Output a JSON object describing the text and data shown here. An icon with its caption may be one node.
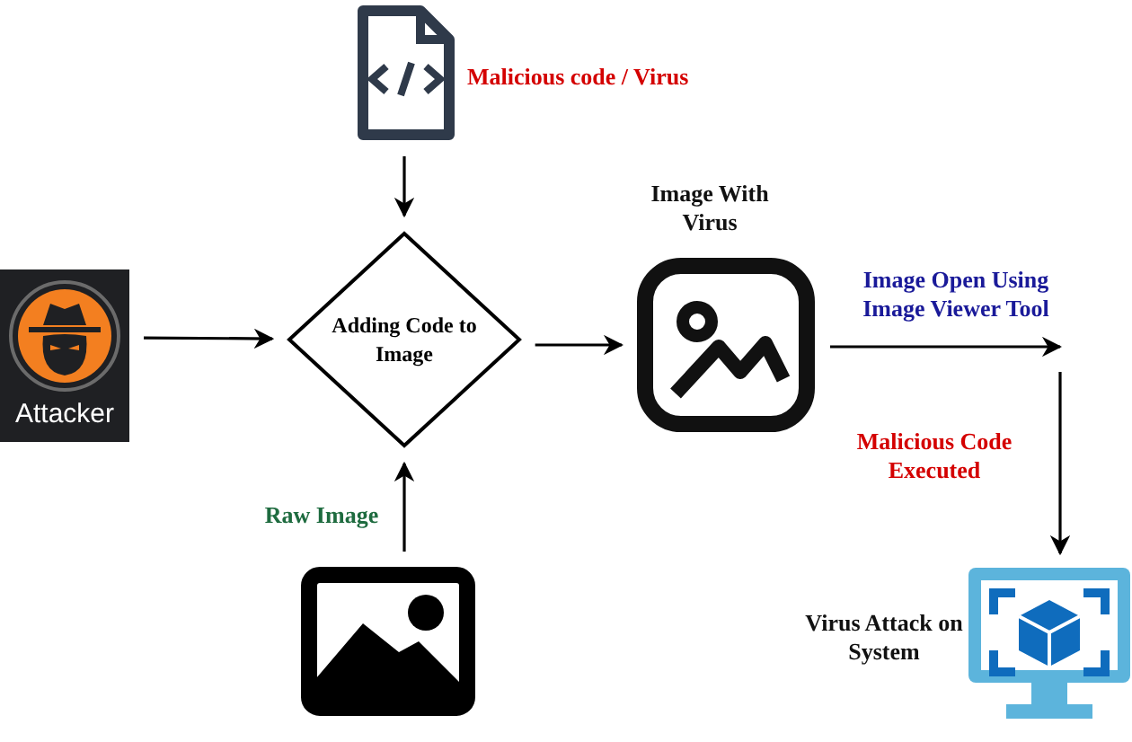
{
  "diagram": {
    "nodes": [
      {
        "text": [],
        "shape": "document",
        "beside": [
          "Malicious code / Virus"
        ]
      },
      {
        "text": [
          "Attacker"
        ]
      },
      {
        "text": [
          "Adding Code to Image"
        ]
      },
      {
        "text": [],
        "shape": "picture",
        "beside": [
          "Raw Image"
        ]
      },
      {
        "text": [],
        "shape": "picture",
        "beside": [
          "Image With Virus"
        ]
      },
      {
        "text": [],
        "shape": "monitor",
        "beside": [
          "Virus Attack on System"
        ]
      }
    ],
    "edges": [
      {
        "from": 0,
        "to": 2,
        "arrow": "to"
      },
      {
        "from": 1,
        "to": 2,
        "arrow": "to"
      },
      {
        "from": 3,
        "to": 2,
        "arrow": "to"
      },
      {
        "from": 2,
        "to": 4,
        "arrow": "to"
      },
      {
        "from": 4,
        "to": null,
        "arrow": "to",
        "label": "Image Open Using Image Viewer Tool"
      },
      {
        "from": null,
        "to": 5,
        "arrow": "to",
        "label": "Malicious Code Executed"
      }
    ]
  }
}
